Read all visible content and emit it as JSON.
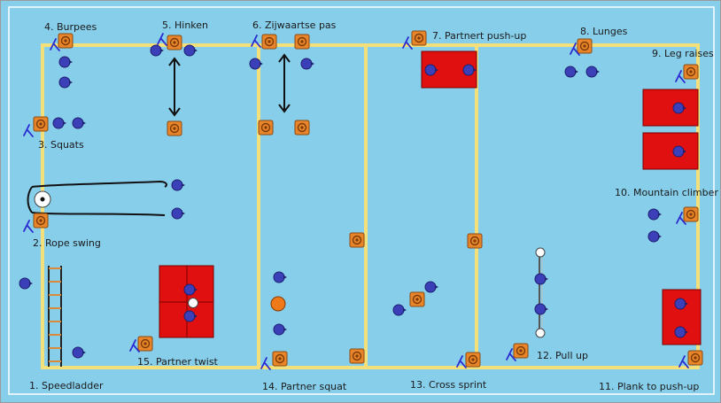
{
  "colors": {
    "background": "#87ceeb",
    "lines": "#f3e07a",
    "cone": "#e8852a",
    "person": "#3b3fb8",
    "mat": "#e01010",
    "ball": "#f07a1a",
    "ladder": "#d8893a",
    "trainer_mark": "#2a2ad0"
  },
  "stations": [
    {
      "id": "s1",
      "label": "1. Speedladder"
    },
    {
      "id": "s2",
      "label": "2. Rope swing"
    },
    {
      "id": "s3",
      "label": "3. Squats"
    },
    {
      "id": "s4",
      "label": "4. Burpees"
    },
    {
      "id": "s5",
      "label": "5. Hinken"
    },
    {
      "id": "s6",
      "label": "6. Zijwaartse pas"
    },
    {
      "id": "s7",
      "label": "7. Partnert push-up"
    },
    {
      "id": "s8",
      "label": "8. Lunges"
    },
    {
      "id": "s9",
      "label": "9. Leg raises"
    },
    {
      "id": "s10",
      "label": "10. Mountain climber"
    },
    {
      "id": "s11",
      "label": "11. Plank to push-up"
    },
    {
      "id": "s12",
      "label": "12. Pull up"
    },
    {
      "id": "s13",
      "label": "13. Cross sprint"
    },
    {
      "id": "s14",
      "label": "14. Partner squat"
    },
    {
      "id": "s15",
      "label": "15. Partner twist"
    }
  ]
}
